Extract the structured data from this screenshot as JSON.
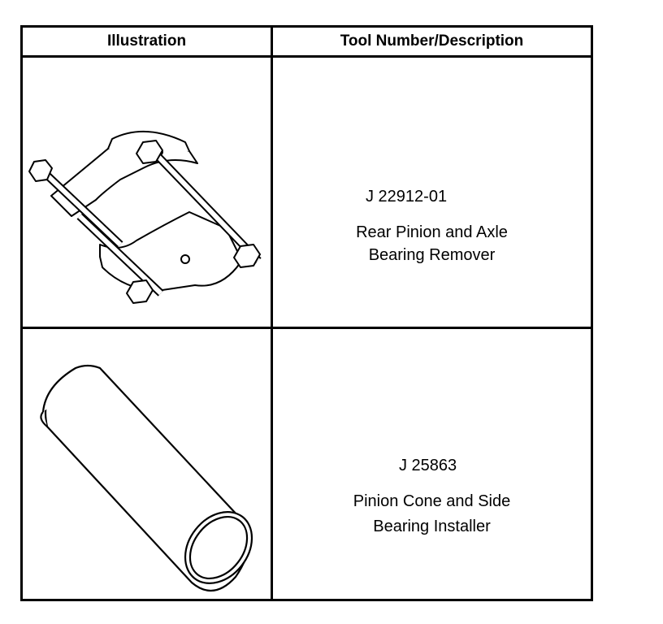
{
  "table": {
    "headers": {
      "illustration": "Illustration",
      "tool": "Tool Number/Description"
    },
    "rows": [
      {
        "tool_number": "J 22912-01",
        "description_line1": "Rear Pinion and Axle",
        "description_line2": "Bearing Remover",
        "illustration_icon": "bearing-separator-clamp-icon"
      },
      {
        "tool_number": "J 25863",
        "description_line1": "Pinion Cone and Side",
        "description_line2": "Bearing Installer",
        "illustration_icon": "tube-installer-icon"
      }
    ]
  }
}
